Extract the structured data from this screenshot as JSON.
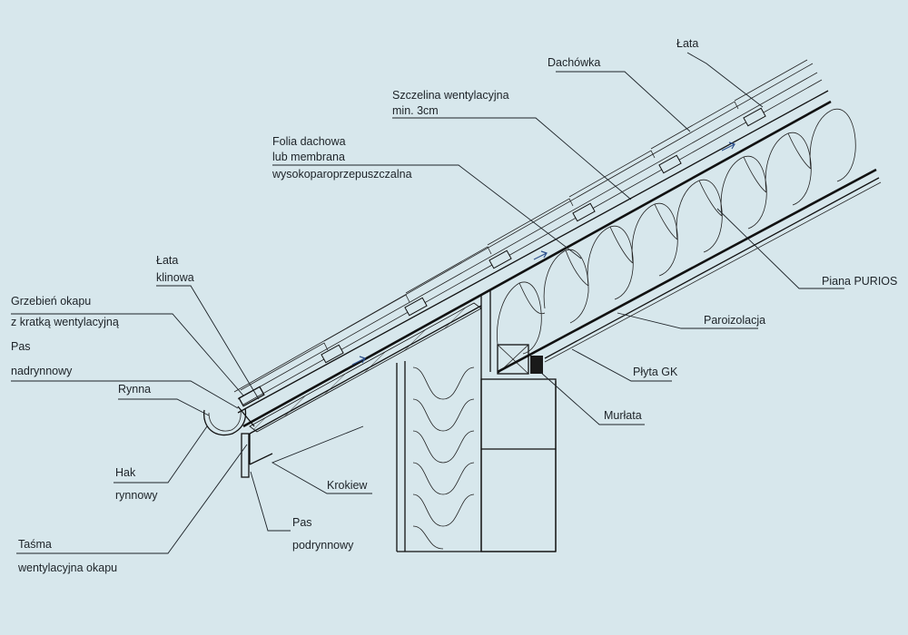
{
  "labels": {
    "lata_top": "Łata",
    "dachowka": "Dachówka",
    "szczelina_1": "Szczelina wentylacyjna",
    "szczelina_2": "min. 3cm",
    "folia_1": "Folia dachowa",
    "folia_2": "lub membrana",
    "folia_3": "wysokoparoprzepuszczalna",
    "piana": "Piana PURIOS",
    "paroizolacja": "Paroizolacja",
    "plyta_gk": "Płyta GK",
    "murlata": "Murłata",
    "krokiew": "Krokiew",
    "pas_podrynnowy_1": "Pas",
    "pas_podrynnowy_2": "podrynnowy",
    "tasma_1": "Taśma",
    "tasma_2": "wentylacyjna okapu",
    "hak_1": "Hak",
    "hak_2": "rynnowy",
    "rynna": "Rynna",
    "pas_nadrynnowy_1": "Pas",
    "pas_nadrynnowy_2": "nadrynnowy",
    "grzebien_1": "Grzebień okapu",
    "grzebien_2": "z kratką wentylacyjną",
    "lata_klinowa_1": "Łata",
    "lata_klinowa_2": "klinowa"
  },
  "colors": {
    "background": "#d7e7ec",
    "line": "#1d2328",
    "airflow_arrow": "#2c4f8c"
  }
}
